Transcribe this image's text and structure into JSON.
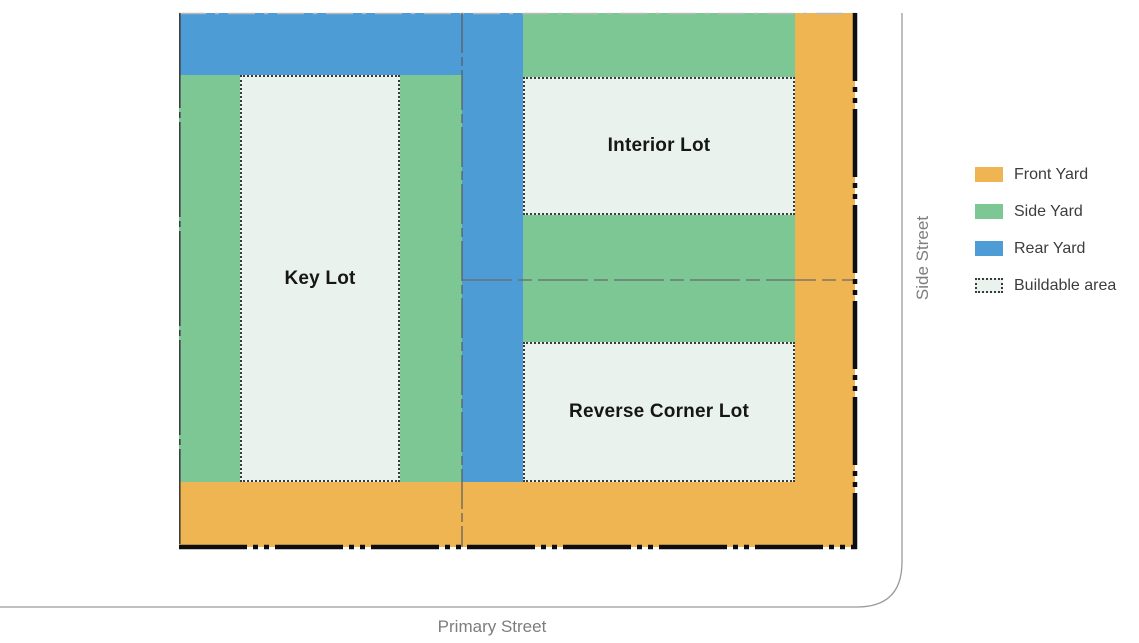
{
  "diagram": {
    "title_implicit": "Lot types and yard setbacks diagram",
    "lots": [
      {
        "name": "Key Lot"
      },
      {
        "name": "Interior Lot"
      },
      {
        "name": "Reverse Corner Lot"
      }
    ],
    "streets": {
      "bottom": "Primary Street",
      "right": "Side Street"
    }
  },
  "legend": {
    "items": [
      {
        "label": "Front Yard",
        "color": "#F0B553",
        "style": "solid"
      },
      {
        "label": "Side Yard",
        "color": "#7DC795",
        "style": "solid"
      },
      {
        "label": "Rear Yard",
        "color": "#4D9CD6",
        "style": "solid"
      },
      {
        "label": "Buildable area",
        "color": "#E9F2EC",
        "style": "dotted-outline"
      }
    ]
  },
  "colors": {
    "front_yard": "#F0B553",
    "side_yard": "#7DC795",
    "rear_yard": "#4D9CD6",
    "buildable": "#E9F2EC",
    "buildable_border": "#3b3b3b",
    "property_line": "#0e0e0e",
    "lot_line": "#5a5a5a",
    "curb_line": "#9a9a9a",
    "top_line": "#b9b9b9"
  }
}
